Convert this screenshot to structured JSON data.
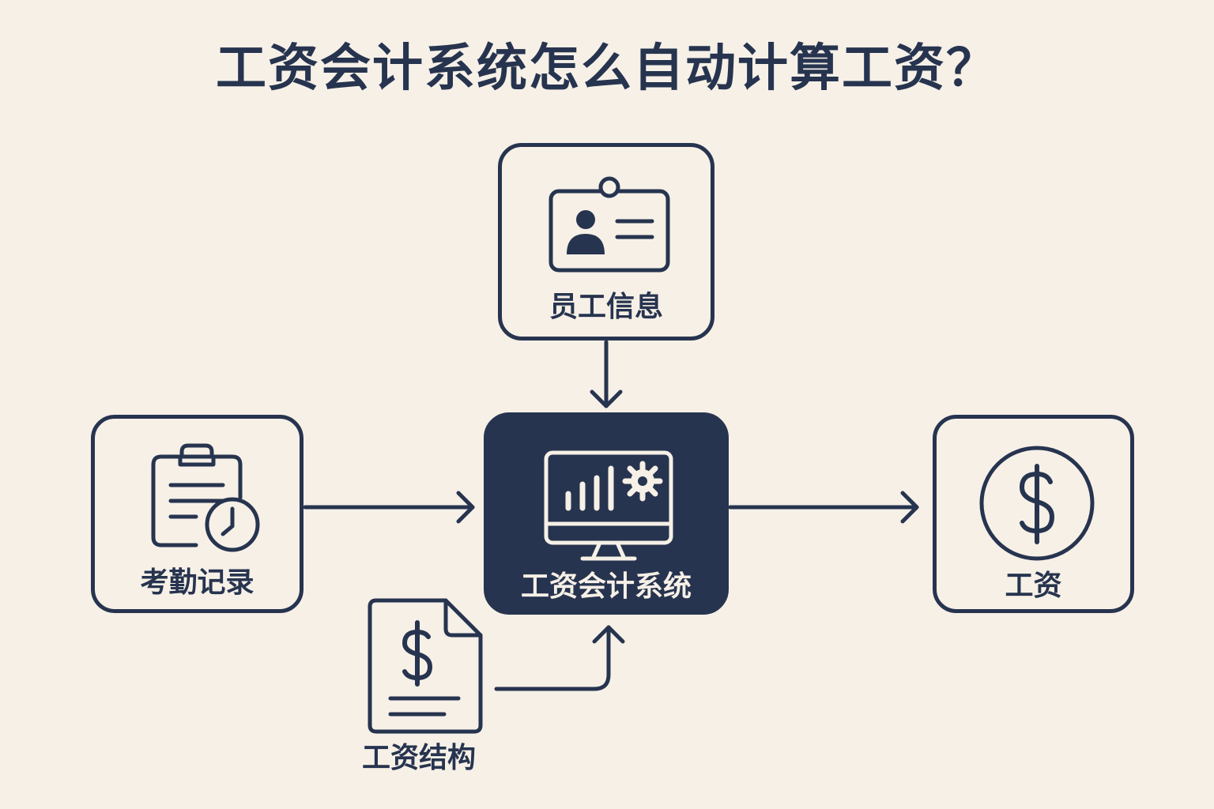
{
  "title": "工资会计系统怎么自动计算工资？",
  "colors": {
    "background": "#f6f0e7",
    "ink": "#27344f",
    "system_fill": "#27344f",
    "system_text": "#f6f0e7"
  },
  "nodes": {
    "staff_info": {
      "label": "员工信息",
      "icon": "id-badge-icon"
    },
    "attendance": {
      "label": "考勤记录",
      "icon": "clipboard-clock-icon"
    },
    "system": {
      "label": "工资会计系统",
      "icon": "monitor-chart-gear-icon"
    },
    "salary": {
      "label": "工资",
      "icon": "dollar-coin-icon"
    },
    "structure": {
      "label": "工资结构",
      "icon": "dollar-document-icon"
    }
  },
  "edges": [
    {
      "from": "员工信息",
      "to": "工资会计系统"
    },
    {
      "from": "考勤记录",
      "to": "工资会计系统"
    },
    {
      "from": "工资结构",
      "to": "工资会计系统"
    },
    {
      "from": "工资会计系统",
      "to": "工资"
    }
  ]
}
